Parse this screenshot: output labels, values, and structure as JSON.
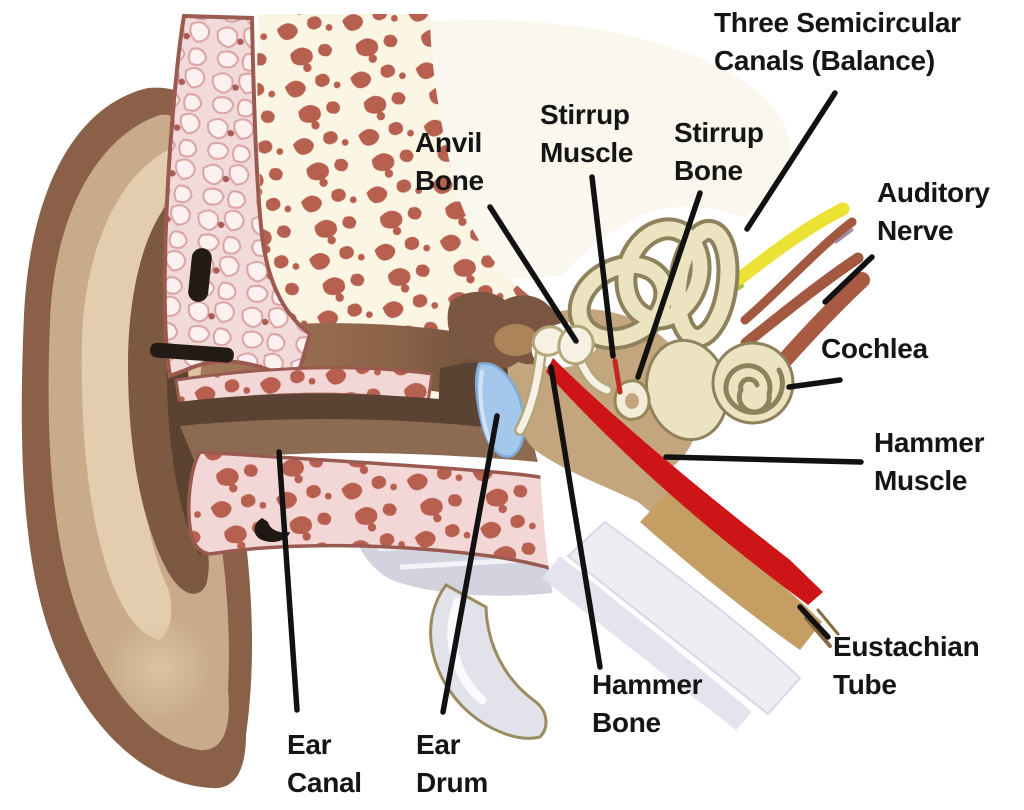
{
  "figure": {
    "labels": [
      {
        "id": "three-semicircular-canals",
        "text": "Three Semicircular\nCanals (Balance)"
      },
      {
        "id": "anvil-bone",
        "text": "Anvil\nBone"
      },
      {
        "id": "stirrup-muscle",
        "text": "Stirrup\nMuscle"
      },
      {
        "id": "stirrup-bone",
        "text": "Stirrup\nBone"
      },
      {
        "id": "auditory-nerve",
        "text": "Auditory\nNerve"
      },
      {
        "id": "cochlea",
        "text": "Cochlea"
      },
      {
        "id": "hammer-muscle",
        "text": "Hammer\nMuscle"
      },
      {
        "id": "eustachian-tube",
        "text": "Eustachian\nTube"
      },
      {
        "id": "hammer-bone",
        "text": "Hammer\nBone"
      },
      {
        "id": "ear-drum",
        "text": "Ear\nDrum"
      },
      {
        "id": "ear-canal",
        "text": "Ear\nCanal"
      }
    ],
    "colors": {
      "label_text": "#151515",
      "leader_line": "#111111",
      "outer_ear": "#8a6148",
      "bone_pink": "#f3dada",
      "bone_outline": "#9a5a50",
      "spot_red": "#b7604f",
      "ear_drum_blue": "#a4c7ec",
      "middle_ear_tan": "#c4a67e",
      "inner_ear_cream": "#ece3c1",
      "muscle_red": "#cd1517",
      "nerve_yellow": "#ece233",
      "nerve_brown": "#a2593f",
      "eustachian_tan": "#c59e63",
      "cartilage_grey": "#e2e2ea"
    }
  }
}
